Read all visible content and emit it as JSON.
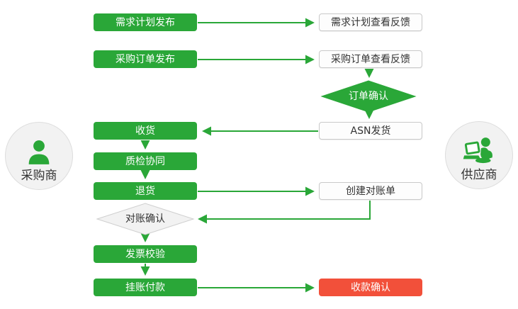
{
  "colors": {
    "green": "#2aa738",
    "red": "#f2503a",
    "box_border": "#c9c9c9",
    "diamond_fill": "#f2f2f2",
    "diamond_border": "#cfcfcf",
    "circle_fill": "#f2f2f2",
    "circle_border": "#dddddd",
    "text_dark": "#333333"
  },
  "actors": {
    "buyer": {
      "label": "采购商",
      "icon": "person-icon"
    },
    "supplier": {
      "label": "供应商",
      "icon": "person-laptop-icon"
    }
  },
  "nodes": {
    "demand_plan_publish": {
      "label": "需求计划发布",
      "shape": "rect",
      "variant": "green"
    },
    "demand_plan_feedback": {
      "label": "需求计划查看反馈",
      "shape": "rect",
      "variant": "white"
    },
    "po_publish": {
      "label": "采购订单发布",
      "shape": "rect",
      "variant": "green"
    },
    "po_feedback": {
      "label": "采购订单查看反馈",
      "shape": "rect",
      "variant": "white"
    },
    "order_confirm": {
      "label": "订单确认",
      "shape": "diamond",
      "variant": "green"
    },
    "receive_goods": {
      "label": "收货",
      "shape": "rect",
      "variant": "green"
    },
    "asn_ship": {
      "label": "ASN发货",
      "shape": "rect",
      "variant": "white"
    },
    "quality_check": {
      "label": "质检协同",
      "shape": "rect",
      "variant": "green"
    },
    "return_goods": {
      "label": "退货",
      "shape": "rect",
      "variant": "green"
    },
    "create_statement": {
      "label": "创建对账单",
      "shape": "rect",
      "variant": "white"
    },
    "statement_confirm": {
      "label": "对账确认",
      "shape": "diamond",
      "variant": "gray"
    },
    "invoice_verify": {
      "label": "发票校验",
      "shape": "rect",
      "variant": "green"
    },
    "pending_payment": {
      "label": "挂账付款",
      "shape": "rect",
      "variant": "green"
    },
    "receipt_confirm": {
      "label": "收款确认",
      "shape": "rect",
      "variant": "red"
    }
  },
  "edges": [
    {
      "from": "demand_plan_publish",
      "to": "demand_plan_feedback"
    },
    {
      "from": "po_publish",
      "to": "po_feedback"
    },
    {
      "from": "po_feedback",
      "to": "order_confirm"
    },
    {
      "from": "order_confirm",
      "to": "asn_ship"
    },
    {
      "from": "asn_ship",
      "to": "receive_goods"
    },
    {
      "from": "receive_goods",
      "to": "quality_check"
    },
    {
      "from": "quality_check",
      "to": "return_goods"
    },
    {
      "from": "return_goods",
      "to": "create_statement"
    },
    {
      "from": "create_statement",
      "to": "statement_confirm"
    },
    {
      "from": "statement_confirm",
      "to": "invoice_verify"
    },
    {
      "from": "invoice_verify",
      "to": "pending_payment"
    },
    {
      "from": "pending_payment",
      "to": "receipt_confirm"
    }
  ]
}
